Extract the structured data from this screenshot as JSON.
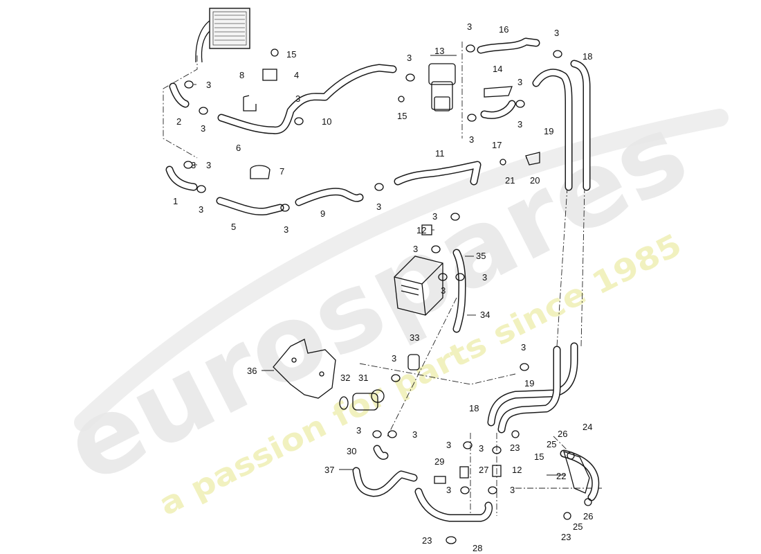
{
  "watermark": {
    "brand": "eurospares",
    "tagline": "a passion for parts since 1985",
    "brand_color": "#e6e6e6",
    "tagline_color": "#efefb8"
  },
  "callouts": [
    {
      "id": "c1",
      "label": "1"
    },
    {
      "id": "c2",
      "label": "2"
    },
    {
      "id": "c3a",
      "label": "3"
    },
    {
      "id": "c3b",
      "label": "3"
    },
    {
      "id": "c3c",
      "label": "3"
    },
    {
      "id": "c3d",
      "label": "3"
    },
    {
      "id": "c3e",
      "label": "3"
    },
    {
      "id": "c3f",
      "label": "3"
    },
    {
      "id": "c3g",
      "label": "3"
    },
    {
      "id": "c3h",
      "label": "3"
    },
    {
      "id": "c3i",
      "label": "3"
    },
    {
      "id": "c3j",
      "label": "3"
    },
    {
      "id": "c3k",
      "label": "3"
    },
    {
      "id": "c3l",
      "label": "3"
    },
    {
      "id": "c3m",
      "label": "3"
    },
    {
      "id": "c3n",
      "label": "3"
    },
    {
      "id": "c3o",
      "label": "3"
    },
    {
      "id": "c3p",
      "label": "3"
    },
    {
      "id": "c3q",
      "label": "3"
    },
    {
      "id": "c3r",
      "label": "3"
    },
    {
      "id": "c3s",
      "label": "3"
    },
    {
      "id": "c3t",
      "label": "3"
    },
    {
      "id": "c3u",
      "label": "3"
    },
    {
      "id": "c3v",
      "label": "3"
    },
    {
      "id": "c3w",
      "label": "3"
    },
    {
      "id": "c3x",
      "label": "3"
    },
    {
      "id": "c3y",
      "label": "3"
    },
    {
      "id": "c3z",
      "label": "3"
    },
    {
      "id": "c4",
      "label": "4"
    },
    {
      "id": "c5",
      "label": "5"
    },
    {
      "id": "c6",
      "label": "6"
    },
    {
      "id": "c7",
      "label": "7"
    },
    {
      "id": "c8",
      "label": "8"
    },
    {
      "id": "c9",
      "label": "9"
    },
    {
      "id": "c10",
      "label": "10"
    },
    {
      "id": "c11",
      "label": "11"
    },
    {
      "id": "c12a",
      "label": "12"
    },
    {
      "id": "c12b",
      "label": "12"
    },
    {
      "id": "c13",
      "label": "13"
    },
    {
      "id": "c14",
      "label": "14"
    },
    {
      "id": "c15a",
      "label": "15"
    },
    {
      "id": "c15b",
      "label": "15"
    },
    {
      "id": "c15c",
      "label": "15"
    },
    {
      "id": "c16",
      "label": "16"
    },
    {
      "id": "c17",
      "label": "17"
    },
    {
      "id": "c18a",
      "label": "18"
    },
    {
      "id": "c18b",
      "label": "18"
    },
    {
      "id": "c19a",
      "label": "19"
    },
    {
      "id": "c19b",
      "label": "19"
    },
    {
      "id": "c20",
      "label": "20"
    },
    {
      "id": "c21",
      "label": "21"
    },
    {
      "id": "c22",
      "label": "22"
    },
    {
      "id": "c23a",
      "label": "23"
    },
    {
      "id": "c23b",
      "label": "23"
    },
    {
      "id": "c23c",
      "label": "23"
    },
    {
      "id": "c24",
      "label": "24"
    },
    {
      "id": "c25a",
      "label": "25"
    },
    {
      "id": "c25b",
      "label": "25"
    },
    {
      "id": "c26a",
      "label": "26"
    },
    {
      "id": "c26b",
      "label": "26"
    },
    {
      "id": "c27",
      "label": "27"
    },
    {
      "id": "c28",
      "label": "28"
    },
    {
      "id": "c29",
      "label": "29"
    },
    {
      "id": "c30",
      "label": "30"
    },
    {
      "id": "c31",
      "label": "31"
    },
    {
      "id": "c32",
      "label": "32"
    },
    {
      "id": "c33",
      "label": "33"
    },
    {
      "id": "c34",
      "label": "34"
    },
    {
      "id": "c35",
      "label": "35"
    },
    {
      "id": "c36",
      "label": "36"
    },
    {
      "id": "c37",
      "label": "37"
    }
  ]
}
